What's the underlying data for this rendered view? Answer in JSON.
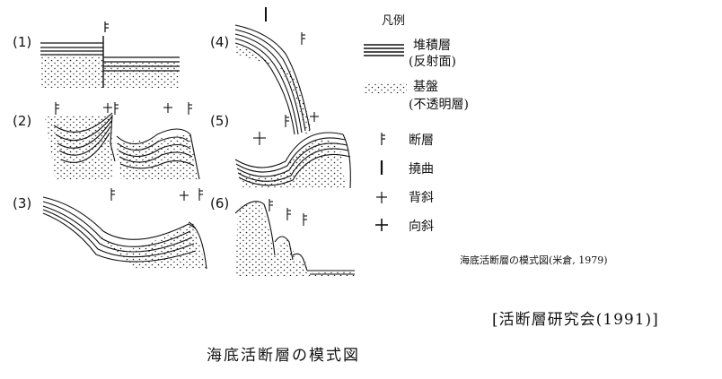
{
  "panels": [
    {
      "label": "(1)"
    },
    {
      "label": "(2)"
    },
    {
      "label": "(3)"
    },
    {
      "label": "(4)"
    },
    {
      "label": "(5)"
    },
    {
      "label": "(6)"
    }
  ],
  "legend": {
    "title": "凡例",
    "items": [
      {
        "symbol": "reflector-lines-icon",
        "lines": [
          "堆積層",
          "(反射面)"
        ]
      },
      {
        "symbol": "basement-dots-icon",
        "lines": [
          "基盤",
          "(不透明層)"
        ]
      },
      {
        "symbol": "fault-icon",
        "lines": [
          "断層"
        ]
      },
      {
        "symbol": "flexure-icon",
        "lines": [
          "撓曲"
        ]
      },
      {
        "symbol": "anticline-icon",
        "lines": [
          "背斜"
        ]
      },
      {
        "symbol": "syncline-icon",
        "lines": [
          "向斜"
        ]
      }
    ]
  },
  "citation": "海底活断層の模式図(米倉, 1979)",
  "source": "[活断層研究会(1991)]",
  "caption": "海底活断層の模式図",
  "colors": {
    "ink": "#111111",
    "background": "#ffffff"
  }
}
